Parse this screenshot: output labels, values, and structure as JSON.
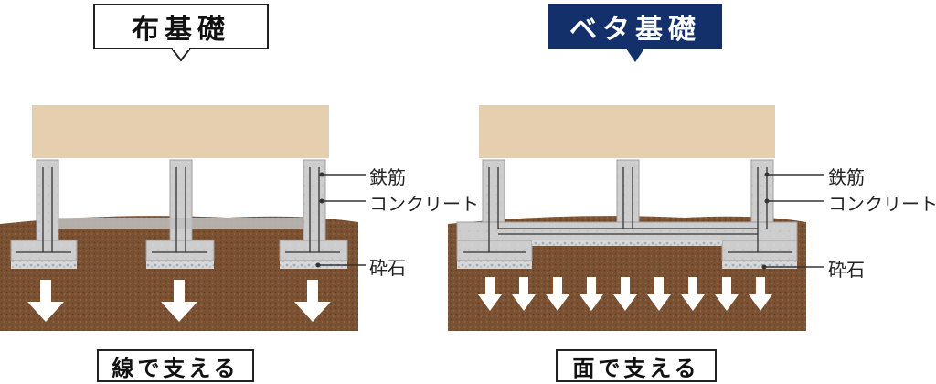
{
  "left": {
    "title": "布基礎",
    "caption": "線で支える",
    "labels": {
      "rebar": "鉄筋",
      "concrete": "コンクリート",
      "gravel": "砕石"
    }
  },
  "right": {
    "title": "ベタ基礎",
    "caption": "面で支える",
    "labels": {
      "rebar": "鉄筋",
      "concrete": "コンクリート",
      "gravel": "砕石"
    }
  },
  "colors": {
    "title_right_bg": "#14306b",
    "wood": "#e6cfae",
    "concrete": "#c9c9c9",
    "soil": "#7a5233",
    "gravel": "#d8d8d8",
    "arrow": "#ffffff"
  }
}
